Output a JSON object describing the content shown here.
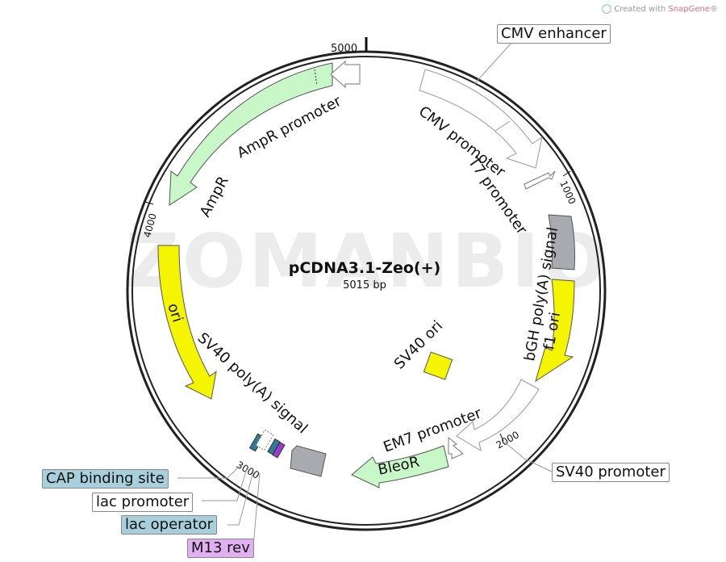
{
  "credit": {
    "icon": "snapgene-logo-icon",
    "prefix": "Created with ",
    "brand": "SnapGene",
    "reg": "®"
  },
  "watermark": "ZOMANBIO",
  "plasmid": {
    "name": "pCDNA3.1-Zeo(+)",
    "size": "5015 bp"
  },
  "ticks": {
    "t1000": "1000",
    "t2000": "2000",
    "t3000": "3000",
    "t4000": "4000",
    "t5000": "5000"
  },
  "features": {
    "cmv_promoter": "CMV promoter",
    "t7_promoter": "T7 promoter",
    "bgh": "bGH poly(A) signal",
    "f1_ori": "f1 ori",
    "sv40_ori": "SV40 ori",
    "em7": "EM7 promoter",
    "bleor": "BleoR",
    "sv40_polya": "SV40 poly(A) signal",
    "ori": "ori",
    "ampr": "AmpR",
    "ampr_promoter": "AmpR promoter"
  },
  "callouts": {
    "cmv_enhancer": "CMV enhancer",
    "sv40_promoter": "SV40 promoter",
    "cap_site": "CAP binding site",
    "lac_promoter": "lac promoter",
    "lac_operator": "lac operator",
    "m13_rev": "M13 rev"
  },
  "colors": {
    "ampr": "#c8f7c8",
    "ori": "#f5f500",
    "f1_ori": "#f5f500",
    "polya": "#a8aab0",
    "cap_site": "#a8d0dc",
    "lac_operator": "#a8d0dc",
    "m13_rev": "#e0b0f0",
    "lac_feature_dark": "#2e7d93",
    "m13_feature": "#9a3bd0",
    "promoter": "#ffffff",
    "bleor": "#c8f7c8"
  }
}
